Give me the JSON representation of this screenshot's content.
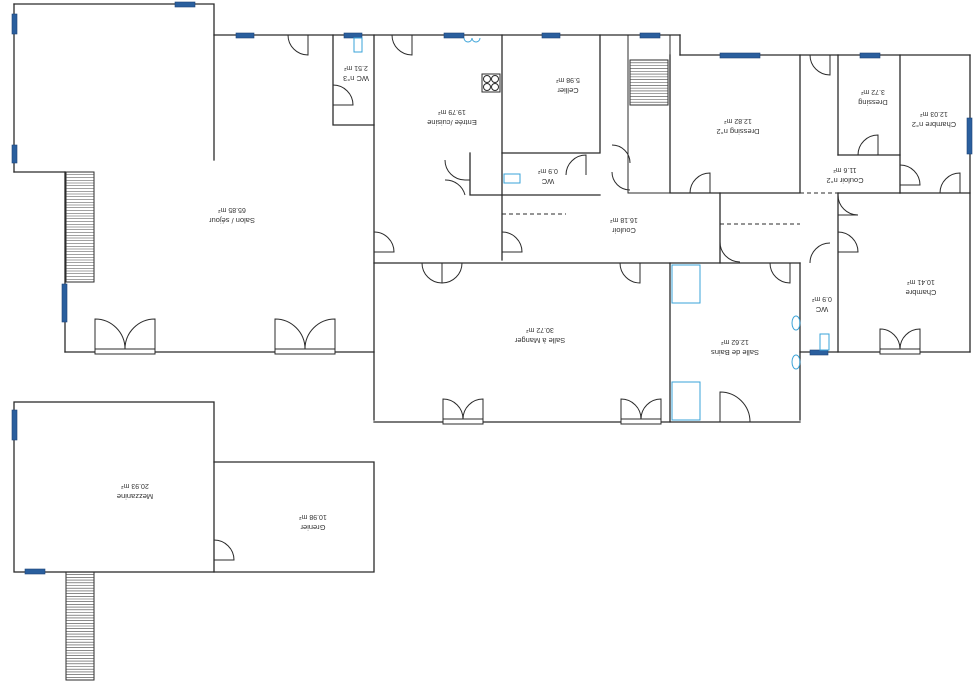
{
  "plan": {
    "rooms": [
      {
        "id": "salon",
        "name": "Salon / séjour",
        "area": "65.85 m²"
      },
      {
        "id": "entree",
        "name": "Entrée /cuisine",
        "area": "19.79 m²"
      },
      {
        "id": "wc3",
        "name": "WC n°3",
        "area": "2.51 m²"
      },
      {
        "id": "cellier",
        "name": "Cellier",
        "area": "5.98 m²"
      },
      {
        "id": "wc",
        "name": "WC",
        "area": "0.9 m²"
      },
      {
        "id": "couloir",
        "name": "Couloir",
        "area": "16.18 m²"
      },
      {
        "id": "dressing2",
        "name": "Dressing n°2",
        "area": "12.82 m²"
      },
      {
        "id": "dressing",
        "name": "Dressing",
        "area": "3.72 m²"
      },
      {
        "id": "chambre2",
        "name": "Chambre n°2",
        "area": "12.03 m²"
      },
      {
        "id": "couloir2",
        "name": "Couloir n°2",
        "area": "11.6 m²"
      },
      {
        "id": "chambre",
        "name": "Chambre",
        "area": "10.41 m²"
      },
      {
        "id": "wc2",
        "name": "WC",
        "area": "0.9 m²"
      },
      {
        "id": "salle-a-manger",
        "name": "Salle à Manger",
        "area": "30.72 m²"
      },
      {
        "id": "salle-de-bains",
        "name": "Salle de Bains",
        "area": "12.62 m²"
      },
      {
        "id": "mezzanine",
        "name": "Mezzanine",
        "area": "20.93 m²"
      },
      {
        "id": "grenier",
        "name": "Grenier",
        "area": "10.98 m²"
      }
    ],
    "colors": {
      "wall": "#2b2b2b",
      "window": "#2a5f9e",
      "fixture": "#3aa3d8"
    }
  }
}
